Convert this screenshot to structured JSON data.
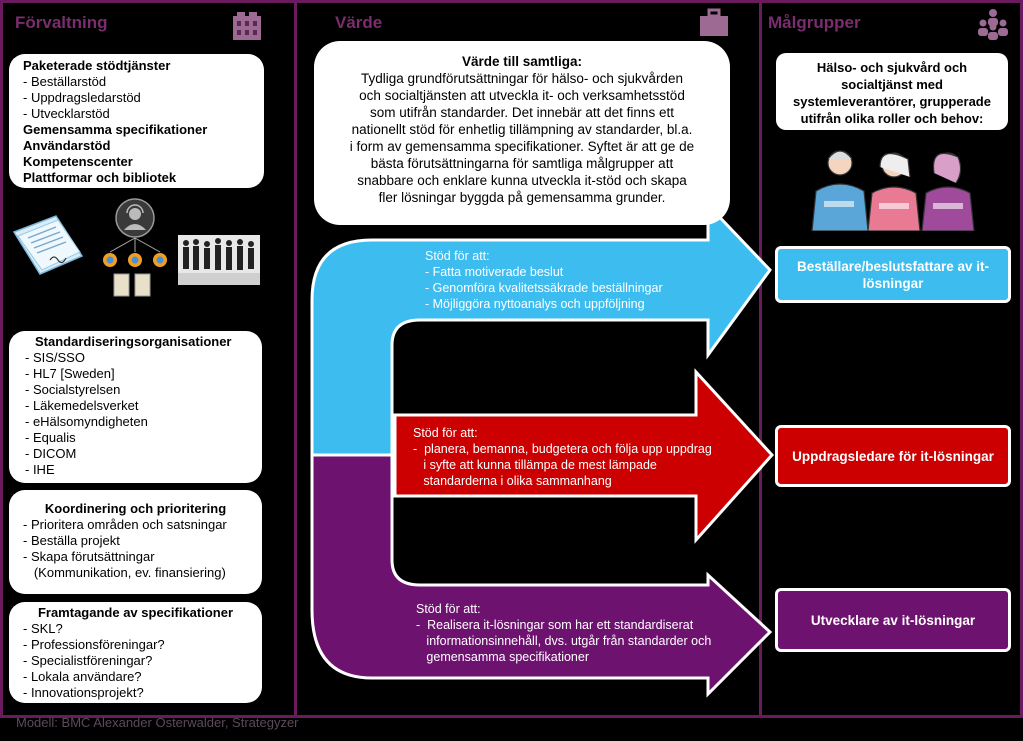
{
  "columns": {
    "forvaltning": "Förvaltning",
    "varde": "Värde",
    "malgrupper": "Målgrupper"
  },
  "forvaltning": {
    "paketerade_title": "Paketerade stödtjänster",
    "paketerade_items": [
      "-    Beställarstöd",
      "-    Uppdragsledarstöd",
      "-    Utvecklarstöd"
    ],
    "extra_bold": [
      "Gemensamma specifikationer",
      "Användarstöd",
      "Kompetenscenter",
      "Plattformar och bibliotek"
    ],
    "standard_title": "Standardiseringsorganisationer",
    "standard_items": [
      "- SIS/SSO",
      "- HL7 [Sweden]",
      "- Socialstyrelsen",
      "- Läkemedelsverket",
      "- eHälsomyndigheten",
      "- Equalis",
      "- DICOM",
      "- IHE"
    ],
    "koordinering_title": "Koordinering och prioritering",
    "koordinering_items": [
      "- Prioritera områden och satsningar",
      "- Beställa projekt",
      "- Skapa förutsättningar",
      "   (Kommunikation, ev. finansiering)"
    ],
    "framtagande_title": "Framtagande av specifikationer",
    "framtagande_items": [
      "- SKL?",
      "- Professionsföreningar?",
      "- Specialistföreningar?",
      "- Lokala användare?",
      "- Innovationsprojekt?"
    ]
  },
  "varde": {
    "title": "Värde till samtliga:",
    "lines": [
      "Tydliga grundförutsättningar för hälso- och sjukvården",
      "och socialtjänsten att utveckla it- och verksamhetsstöd",
      "som utifrån standarder. Det innebär att det finns ett",
      "nationellt stöd för enhetlig tillämpning av standarder, bl.a.",
      "i form av gemensamma specifikationer. Syftet är att ge de",
      "bästa förutsättningarna för samtliga målgrupper att",
      "snabbare och enklare kunna utveckla it-stöd och skapa",
      "fler lösningar byggda på gemensamma grunder."
    ],
    "blue_heading": "Stöd för att:",
    "blue_items": [
      "-  Fatta motiverade beslut",
      "-  Genomföra kvalitetssäkrade beställningar",
      "-  Möjliggöra nyttoanalys och uppföljning"
    ],
    "red_heading": "Stöd för att:",
    "red_items": [
      "-  planera, bemanna, budgetera och följa upp uppdrag",
      "   i syfte att kunna tillämpa de mest lämpade",
      "   standarderna i olika sammanhang"
    ],
    "purple_heading": "Stöd för att:",
    "purple_items": [
      "-  Realisera it-lösningar som har ett standardiserat",
      "   informationsinnehåll, dvs. utgår från standarder och",
      "   gemensamma specifikationer"
    ]
  },
  "malgrupper": {
    "intro_lines": [
      "Hälso- och sjukvård och",
      "socialtjänst med",
      "systemleverantörer, grupperade",
      "utifrån olika roller och behov:"
    ],
    "bestallare": "Beställare/beslutsfattare av it-lösningar",
    "uppdragsledare": "Uppdragsledare för it-lösningar",
    "utvecklare": "Utvecklare av it-lösningar"
  },
  "footer": "Modell: BMC Alexander Osterwalder, Strategyzer",
  "colors": {
    "border": "#6a1b5c",
    "blue": "#3dbcf0",
    "red": "#cc0000",
    "purple": "#6e1270"
  }
}
